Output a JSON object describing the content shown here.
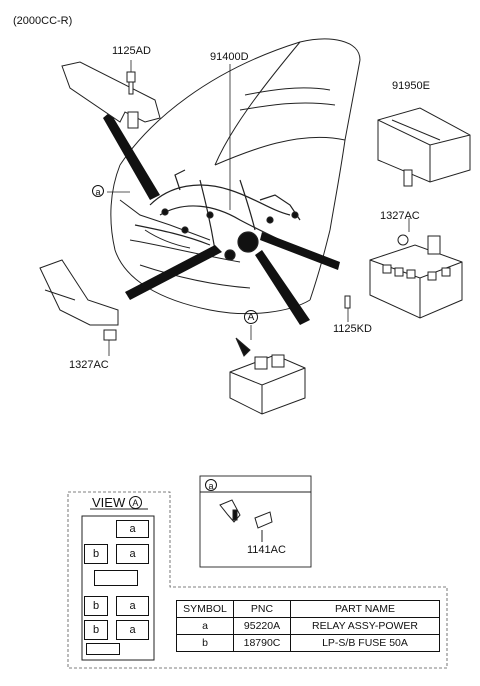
{
  "header": {
    "variant": "(2000CC-R)"
  },
  "callouts": {
    "p1125ad": "1125AD",
    "p91400d": "91400D",
    "p91950e": "91950E",
    "a_marker": "a",
    "p1327ac_right": "1327AC",
    "p1327ac_left": "1327AC",
    "p1125kd": "1125KD",
    "view_A_marker": "A"
  },
  "view_panel": {
    "title": "VIEW",
    "marker": "A",
    "cells": {
      "c1": "a",
      "c2a": "b",
      "c2b": "a",
      "c4a": "b",
      "c4b": "a",
      "c5a": "b",
      "c5b": "a"
    }
  },
  "detail_a": {
    "marker": "a",
    "part": "1141AC"
  },
  "parts_table": {
    "headers": [
      "SYMBOL",
      "PNC",
      "PART NAME"
    ],
    "rows": [
      [
        "a",
        "95220A",
        "RELAY ASSY-POWER"
      ],
      [
        "b",
        "18790C",
        "LP-S/B FUSE 50A"
      ]
    ]
  }
}
